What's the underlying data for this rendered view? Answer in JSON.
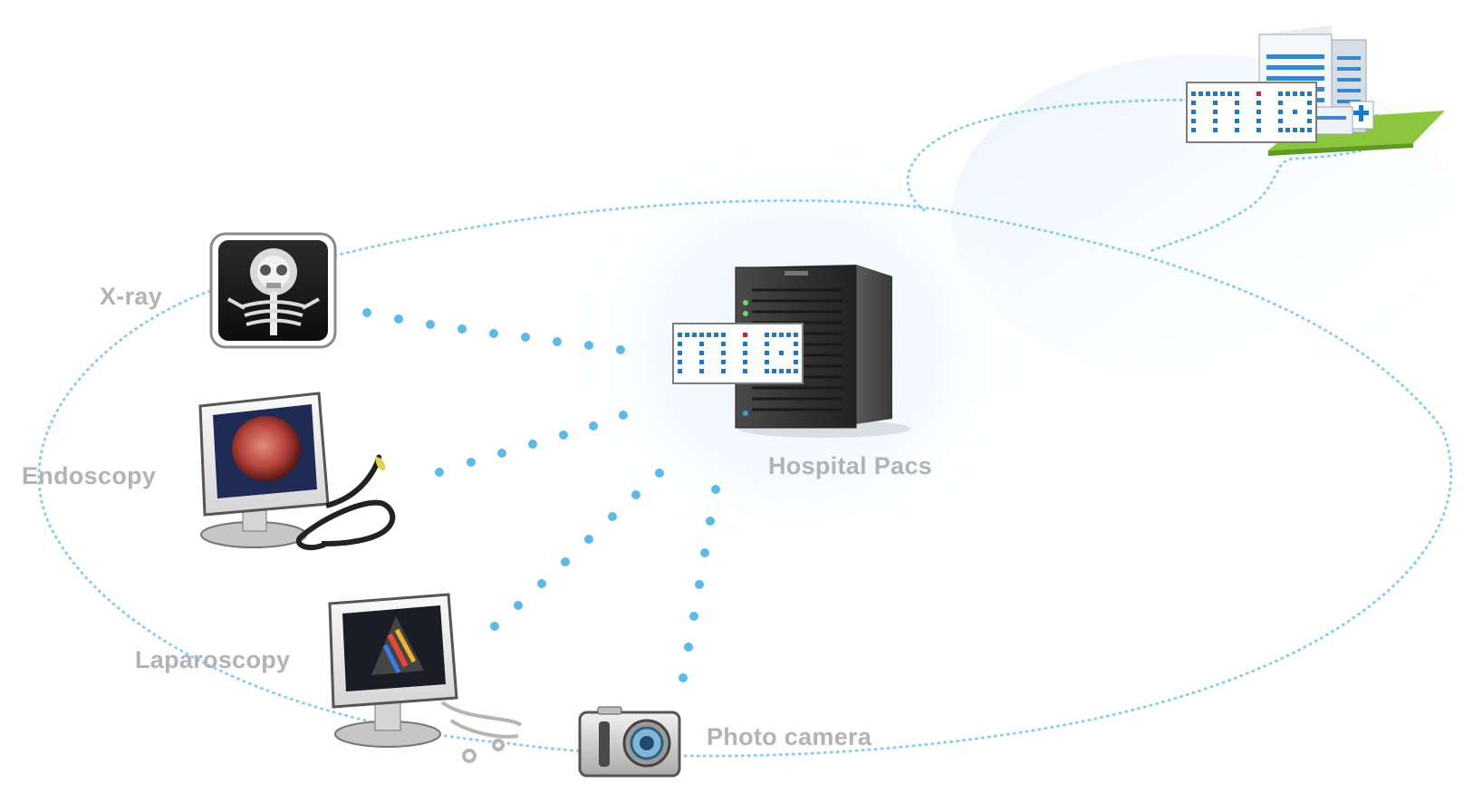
{
  "colors": {
    "link_dots": "#5bbbe8",
    "label_gray": "#b3b3b3",
    "mio_blue": "#1a7ac8",
    "mio_red": "#e02020",
    "hospital_lawn": "#8cc63f"
  },
  "labels": {
    "xray": "X-ray",
    "endoscopy": "Endoscopy",
    "laparoscopy": "Laparoscopy",
    "photo_camera": "Photo camera",
    "hospital_pacs": "Hospital Pacs"
  },
  "icons": {
    "xray": "xray-skeleton-icon",
    "endoscopy": "endoscopy-monitor-icon",
    "laparoscopy": "ultrasound-monitor-icon",
    "photo_camera": "camera-icon",
    "pacs": "server-tower-icon",
    "hospital": "hospital-building-icon",
    "mio_logo": "mio-logo-icon"
  }
}
